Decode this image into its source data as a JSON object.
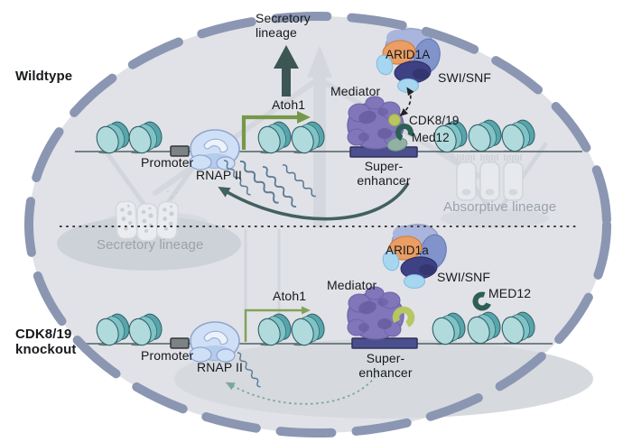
{
  "figure": {
    "wildtype": {
      "panel_label": "Wildtype",
      "lineage_label": "Secretory\nlineage",
      "gene_label": "Atoh1",
      "promoter_label": "Promoter",
      "polymerase_label": "RNAP II",
      "mediator_label": "Mediator",
      "arid_label": "ARID1A",
      "swisnf_label": "SWI/SNF",
      "cdk_label": "CDK8/19",
      "med12_label": "Med12",
      "enhancer_label": "Super-\nenhancer"
    },
    "knockout": {
      "panel_label": "CDK8/19\nknockout",
      "gene_label": "Atoh1",
      "promoter_label": "Promoter",
      "polymerase_label": "RNAP II",
      "mediator_label": "Mediator",
      "arid_label": "ARID1a",
      "swisnf_label": "SWI/SNF",
      "med12_label": "MED12",
      "enhancer_label": "Super-\nenhancer"
    },
    "background": {
      "secretory_watermark": "Secretory lineage",
      "absorptive_watermark": "Absorptive lineage"
    }
  },
  "colors": {
    "cytoplasm": "#e0e2e7",
    "membrane": "#8b96b2",
    "dna": "#4e6366",
    "nucleosome_front": "#b1dadd",
    "nucleosome_mid": "#7fc3c7",
    "nucleosome_back": "#58a4ab",
    "promoter_gray": "#7d8286",
    "enhancer_navy": "#4c4f8e",
    "rnap_blue": "#cfe0f6",
    "mediator_purple": "#8276bb",
    "mediator_dark": "#685da1",
    "arid_orange": "#ea9e63",
    "swisnf_lavender": "#a9b5dc",
    "swisnf_periwinkle": "#8193cb",
    "swisnf_navy": "#3e4184",
    "swisnf_cyan": "#a7d7f0",
    "cdk_lime": "#b7c661",
    "med12_teal": "#2e5f55",
    "gene_arrow_green": "#76984a",
    "lineage_arrow_teal": "#3c5654",
    "loop_arrow_teal": "#41615e",
    "loop_arrow_dotted": "#7aa69e",
    "mrna_blue": "#5b7a96",
    "watermark_gray": "#d4d7dd",
    "watermark_text": "#9ba2ad"
  }
}
